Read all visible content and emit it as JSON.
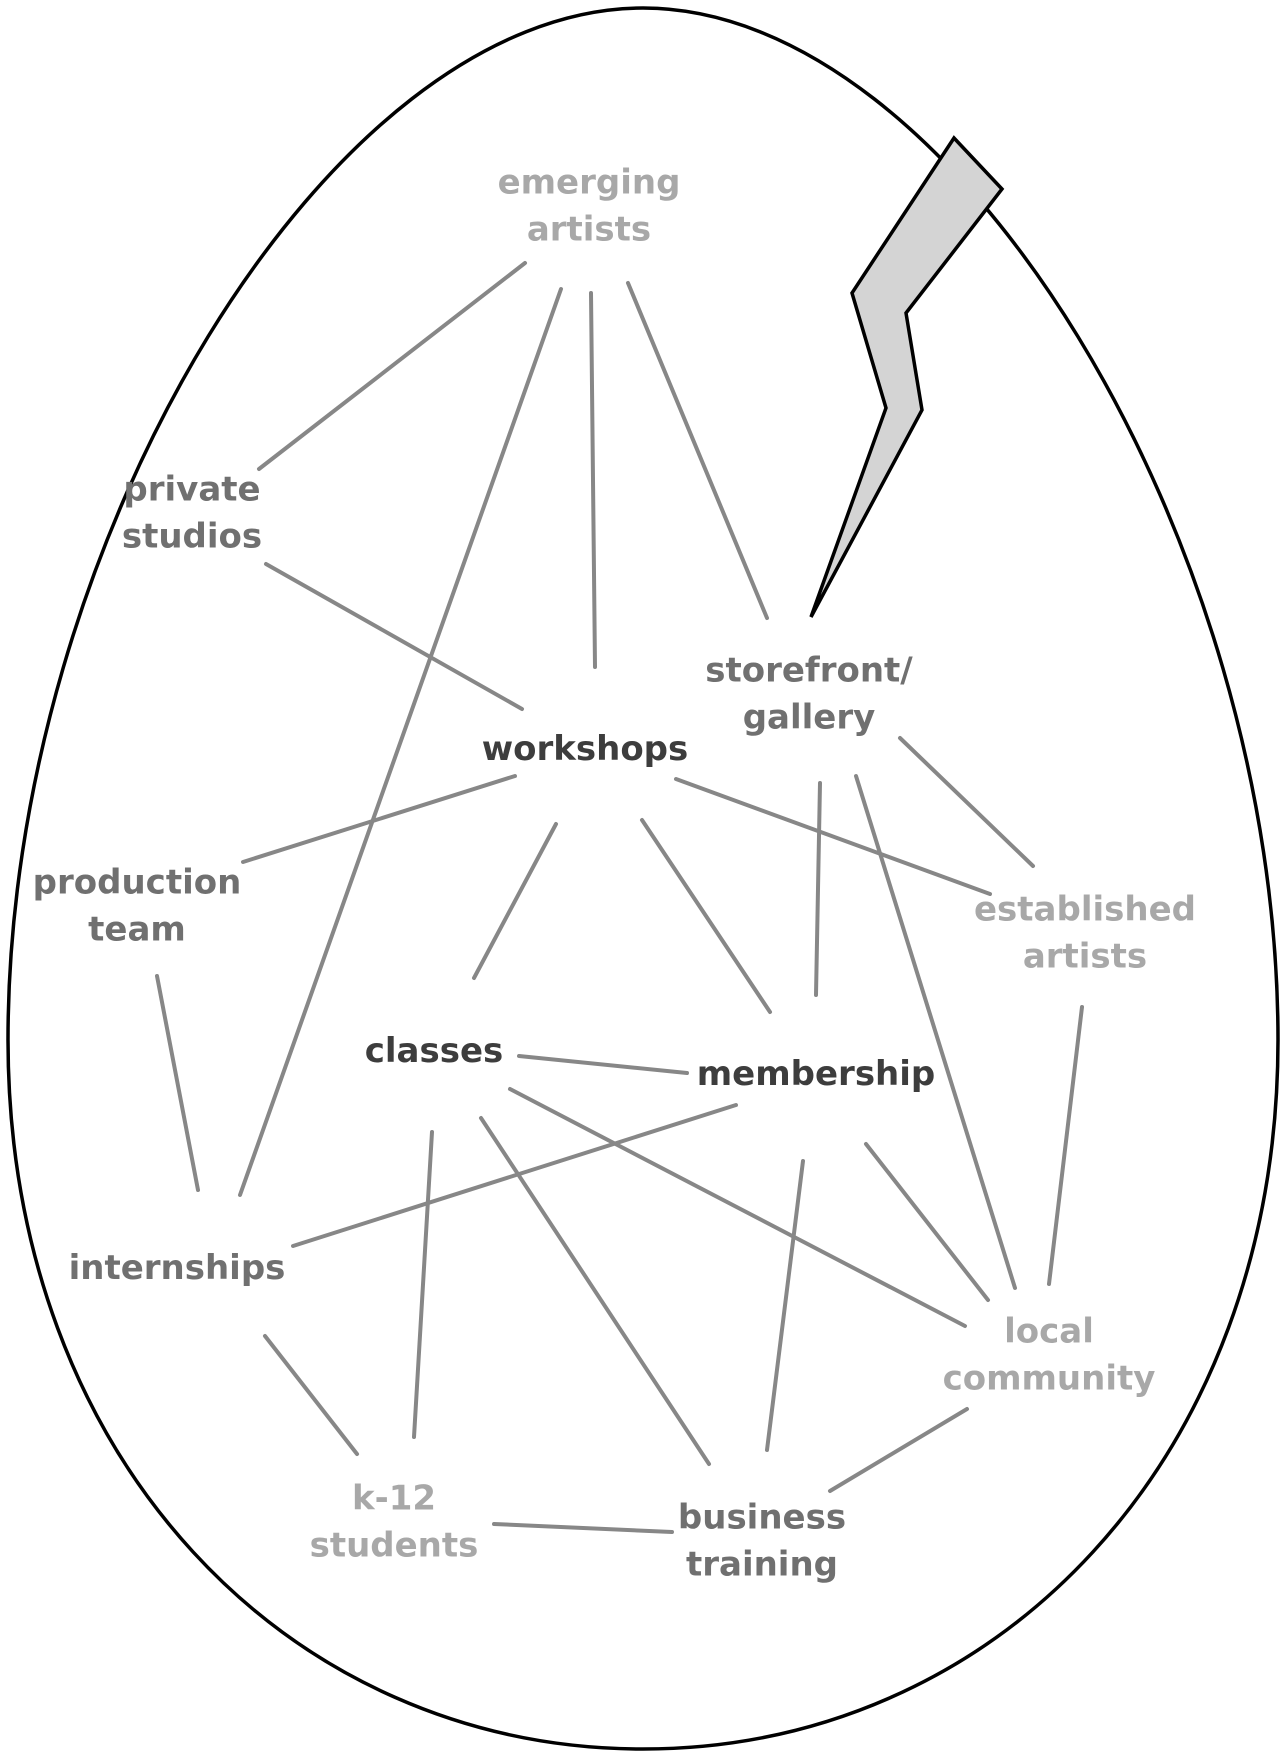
{
  "nodes": {
    "emerging_artists": {
      "lines": [
        "emerging",
        "artists"
      ],
      "tier": "tertiary"
    },
    "private_studios": {
      "lines": [
        "private",
        "studios"
      ],
      "tier": "secondary"
    },
    "storefront_gallery": {
      "lines": [
        "storefront/",
        "gallery"
      ],
      "tier": "secondary"
    },
    "workshops": {
      "lines": [
        "workshops"
      ],
      "tier": "primary"
    },
    "production_team": {
      "lines": [
        "production",
        "team"
      ],
      "tier": "secondary"
    },
    "established_artists": {
      "lines": [
        "established",
        "artists"
      ],
      "tier": "tertiary"
    },
    "classes": {
      "lines": [
        "classes"
      ],
      "tier": "primary"
    },
    "membership": {
      "lines": [
        "membership"
      ],
      "tier": "primary"
    },
    "internships": {
      "lines": [
        "internships"
      ],
      "tier": "secondary"
    },
    "local_community": {
      "lines": [
        "local",
        "community"
      ],
      "tier": "tertiary"
    },
    "k12_students": {
      "lines": [
        "k-12",
        "students"
      ],
      "tier": "tertiary"
    },
    "business_training": {
      "lines": [
        "business",
        "training"
      ],
      "tier": "secondary"
    }
  },
  "edges": [
    [
      "emerging_artists",
      "private_studios"
    ],
    [
      "emerging_artists",
      "workshops"
    ],
    [
      "emerging_artists",
      "storefront_gallery"
    ],
    [
      "emerging_artists",
      "internships"
    ],
    [
      "private_studios",
      "workshops"
    ],
    [
      "workshops",
      "production_team"
    ],
    [
      "workshops",
      "established_artists"
    ],
    [
      "workshops",
      "classes"
    ],
    [
      "workshops",
      "membership"
    ],
    [
      "storefront_gallery",
      "membership"
    ],
    [
      "storefront_gallery",
      "established_artists"
    ],
    [
      "storefront_gallery",
      "local_community"
    ],
    [
      "production_team",
      "internships"
    ],
    [
      "established_artists",
      "local_community"
    ],
    [
      "classes",
      "membership"
    ],
    [
      "classes",
      "local_community"
    ],
    [
      "classes",
      "k12_students"
    ],
    [
      "classes",
      "business_training"
    ],
    [
      "membership",
      "internships"
    ],
    [
      "membership",
      "business_training"
    ],
    [
      "membership",
      "local_community"
    ],
    [
      "internships",
      "k12_students"
    ],
    [
      "local_community",
      "business_training"
    ],
    [
      "k12_students",
      "business_training"
    ]
  ]
}
